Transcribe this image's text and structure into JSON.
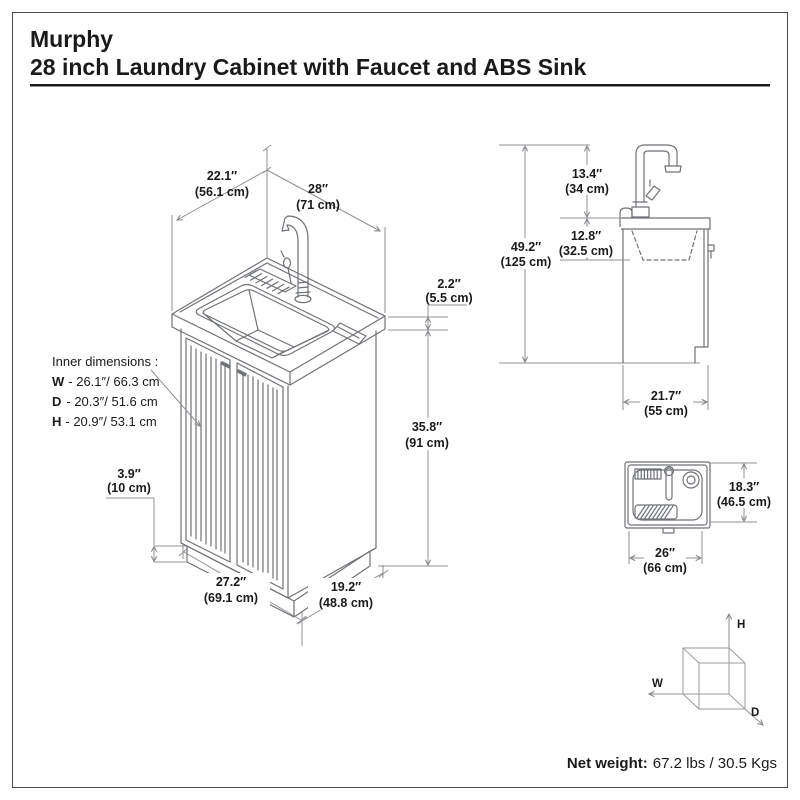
{
  "title": {
    "line1": "Murphy",
    "line2": "28 inch Laundry Cabinet with Faucet and ABS Sink"
  },
  "front_view": {
    "depth_in": "22.1″",
    "depth_cm": "(56.1 cm)",
    "width_in": "28″",
    "width_cm": "(71 cm)",
    "counter_thickness_in": "2.2″",
    "counter_thickness_cm": "(5.5 cm)",
    "cabinet_height_in": "35.8″",
    "cabinet_height_cm": "(91 cm)",
    "toe_kick_in": "3.9″",
    "toe_kick_cm": "(10 cm)",
    "base_width_in": "27.2″",
    "base_width_cm": "(69.1 cm)",
    "base_depth_in": "19.2″",
    "base_depth_cm": "(48.8 cm)",
    "inner": {
      "heading": "Inner dimensions :",
      "w_label": "W",
      "w_value": "- 26.1″/ 66.3 cm",
      "d_label": "D",
      "d_value": "- 20.3″/ 51.6 cm",
      "h_label": "H",
      "h_value": "- 20.9″/ 53.1 cm"
    }
  },
  "side_view": {
    "faucet_height_in": "13.4″",
    "faucet_height_cm": "(34 cm)",
    "overall_height_in": "49.2″",
    "overall_height_cm": "(125 cm)",
    "basin_depth_in": "12.8″",
    "basin_depth_cm": "(32.5 cm)",
    "depth_in": "21.7″",
    "depth_cm": "(55 cm)"
  },
  "top_view": {
    "depth_in": "18.3″",
    "depth_cm": "(46.5 cm)",
    "width_in": "26″",
    "width_cm": "(66 cm)"
  },
  "cube": {
    "h": "H",
    "w": "W",
    "d": "D"
  },
  "footer": {
    "weight_label": "Net weight:",
    "weight_value": "67.2 lbs / 30.5 Kgs"
  },
  "colors": {
    "art": "#6f7276",
    "dim": "#8e9094",
    "ink": "#1a1a1c",
    "bg": "#ffffff",
    "frame": "#4b4b4d"
  }
}
